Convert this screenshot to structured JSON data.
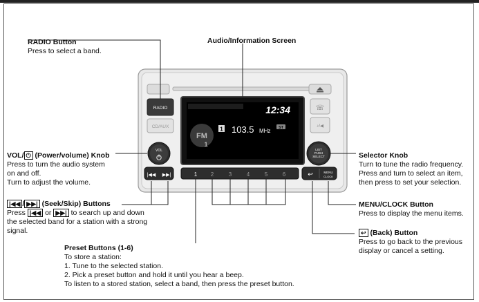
{
  "radio_button": {
    "title": "RADIO Button",
    "desc": "Press to select a band."
  },
  "audio_screen": {
    "title": "Audio/Information Screen"
  },
  "vol_knob": {
    "title_pre": "VOL/",
    "title_post": " (Power/volume) Knob",
    "line1": "Press to turn the audio system",
    "line2": "on and off.",
    "line3": "Turn to adjust the volume."
  },
  "seek_buttons": {
    "title_sep": "/",
    "title_post": " (Seek/Skip) Buttons",
    "line1_pre": "Press",
    "line1_or": "or",
    "line1_post": "to search up and down",
    "line2": "the selected band for a station with a strong",
    "line3": "signal.",
    "prev_glyph": "|◀◀",
    "next_glyph": "▶▶|"
  },
  "preset_buttons": {
    "title": "Preset Buttons (1-6)",
    "line1": "To store a station:",
    "line2": "1.  Tune to the selected station.",
    "line3": "2.  Pick a preset button and hold it until you hear a beep.",
    "line4": "To listen to a stored station, select a band, then press the preset button."
  },
  "selector_knob": {
    "title": "Selector Knob",
    "line1": "Turn to tune the radio frequency.",
    "line2": "Press and turn to select an item,",
    "line3": "then press to set your selection."
  },
  "menu_clock": {
    "title": "MENU/CLOCK Button",
    "desc": "Press to display the menu items."
  },
  "back_button": {
    "title": " (Back) Button",
    "line1": "Press to go back to the previous",
    "line2": "display or cancel a setting."
  },
  "device": {
    "clock": "12:34",
    "preset_num": "1",
    "frequency": "103.5",
    "unit": "MHz",
    "st_badge": "ST",
    "fm_logo": "FM",
    "fm_num": "1",
    "radio_label": "RADIO",
    "cd_aux_label": "CD/AUX",
    "vol_label": "VOL",
    "list_label": "LIST PUSH SELECT",
    "menu_label": "MENU",
    "clock_label": "CLOCK",
    "presets": [
      "1",
      "2",
      "3",
      "4",
      "5",
      "6"
    ]
  }
}
